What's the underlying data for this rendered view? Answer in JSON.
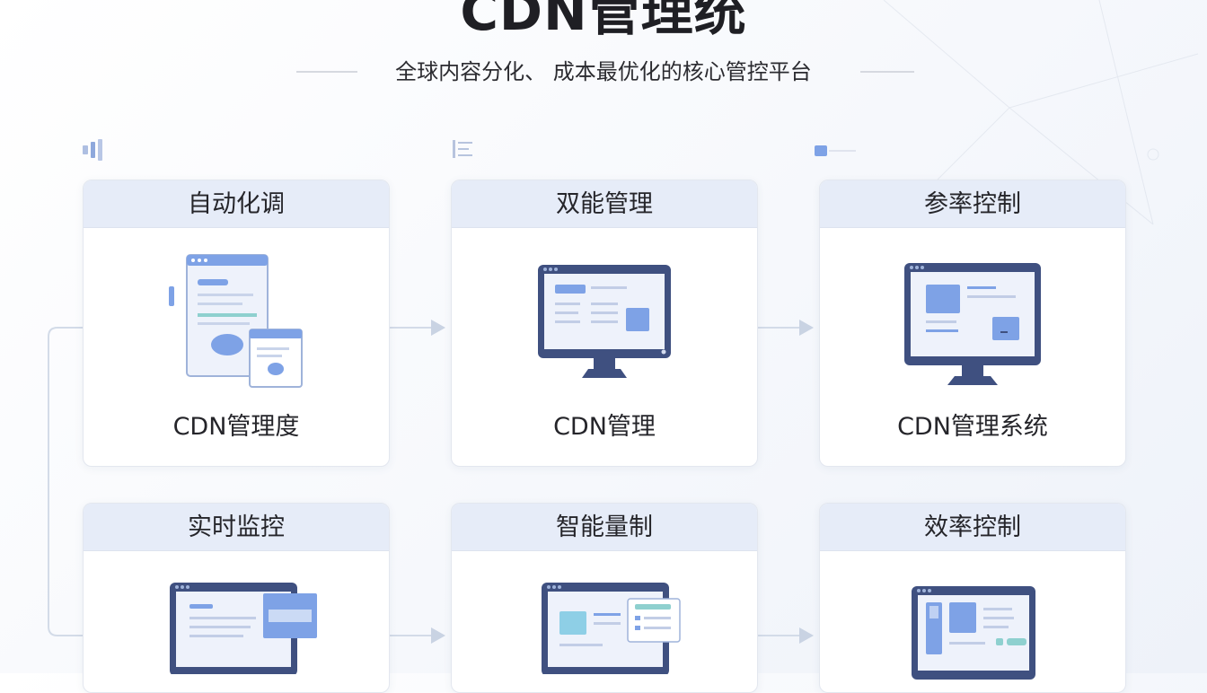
{
  "title": "CDN管理统",
  "subtitle": "全球内容分化、 成本最优化的核心管控平台",
  "cards": [
    {
      "header": "自动化调",
      "label": "CDN管理度",
      "icon": "document-window-illustration"
    },
    {
      "header": "双能管理",
      "label": "CDN管理",
      "icon": "monitor-illustration"
    },
    {
      "header": "参率控制",
      "label": "CDN管理系统",
      "icon": "monitor-illustration"
    },
    {
      "header": "实时监控",
      "label": "",
      "icon": "monitor-illustration"
    },
    {
      "header": "智能量制",
      "label": "",
      "icon": "monitor-illustration"
    },
    {
      "header": "效率控制",
      "label": "",
      "icon": "monitor-illustration"
    }
  ],
  "colors": {
    "header_bg": "#e6ecf8",
    "accent_blue": "#7ea2e6",
    "monitor_frame": "#3f5080",
    "arrow": "#c9d3e3"
  }
}
